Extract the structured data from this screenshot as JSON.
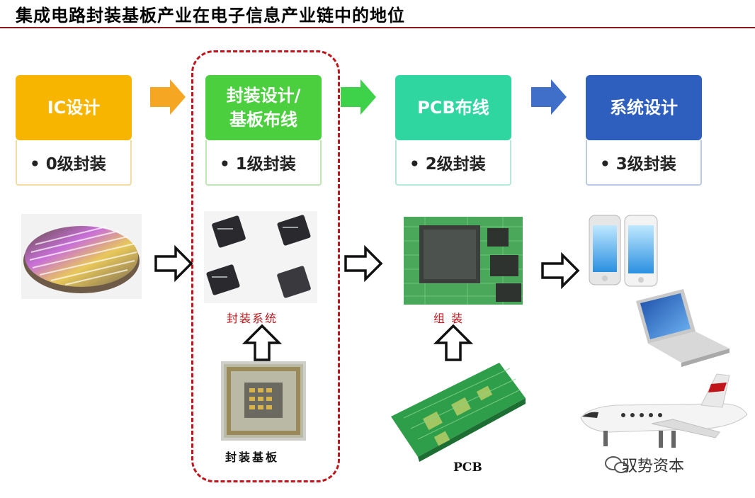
{
  "title": "集成电路封装基板产业在电子信息产业链中的地位",
  "stages": [
    {
      "label": "IC设计",
      "level": "• 0级封装",
      "color": "#f7b500",
      "border": "#f3dca0"
    },
    {
      "label": "封装设计/\n基板布线",
      "level": "• 1级封装",
      "color": "#4ccf3e",
      "border": "#bfe5b5"
    },
    {
      "label": "PCB布线",
      "level": "• 2级封装",
      "color": "#2fd6a0",
      "border": "#b3e9d6"
    },
    {
      "label": "系统设计",
      "level": "• 3级封装",
      "color": "#2e5fbf",
      "border": "#b8c9e8"
    }
  ],
  "captions": {
    "package_system": "封装系统",
    "assembly": "组  装",
    "package_substrate": "封装基板",
    "pcb": "PCB"
  },
  "watermark": "驭势资本"
}
